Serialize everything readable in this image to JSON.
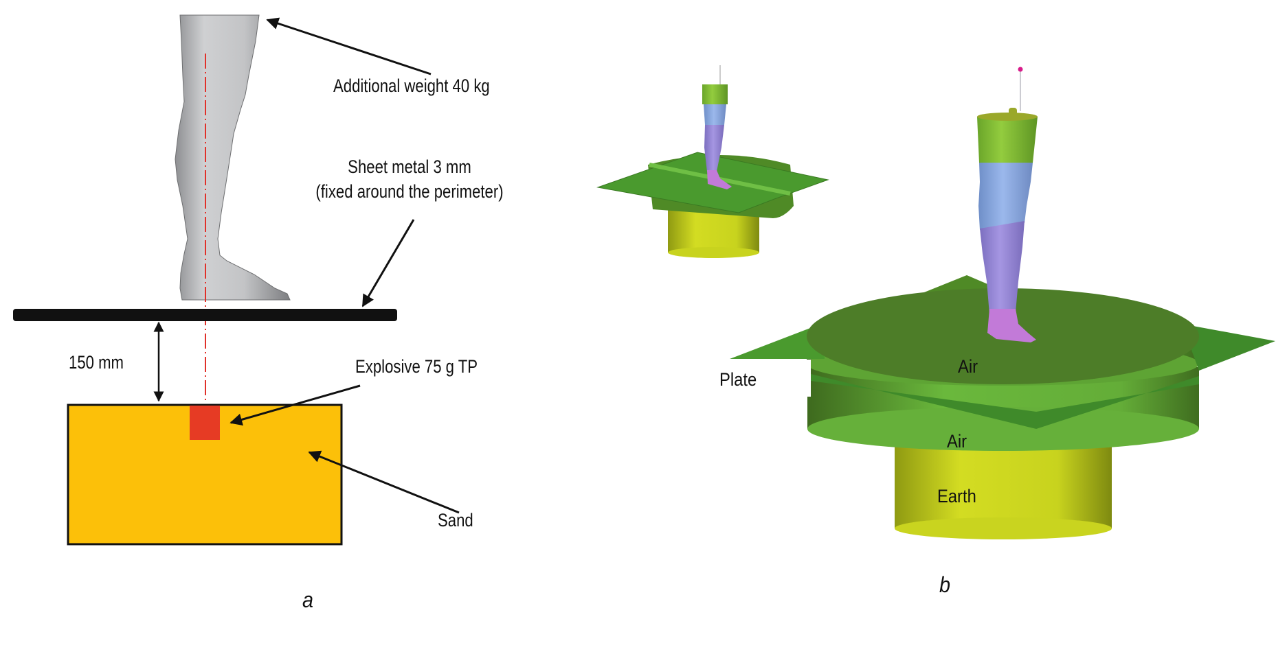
{
  "figure": {
    "panel_a": {
      "panel_label": "a",
      "labels": {
        "additional_weight": "Additional weight 40 kg",
        "sheet_metal_line1": "Sheet metal 3 mm",
        "sheet_metal_line2": "(fixed around the perimeter)",
        "standoff": "150 mm",
        "explosive": "Explosive 75 g TP",
        "sand": "Sand"
      },
      "colors": {
        "leg": "#c8c9cb",
        "sheet_metal": "#111111",
        "sand": "#fcc009",
        "explosive": "#e63b24",
        "axis_line": "#e0312a"
      }
    },
    "panel_b": {
      "panel_label": "b",
      "labels": {
        "plate": "Plate",
        "air_upper": "Air",
        "air_lower": "Air",
        "earth": "Earth"
      },
      "colors": {
        "air_top": "#4d7d28",
        "air_side": "#6ab83c",
        "plate": "#3f8a2a",
        "earth": "#d3dc22",
        "leg_cap": "#8cc63c",
        "leg_band": "#8fb0e6",
        "leg_lower": "#9d8fdc",
        "foot": "#c27ad8",
        "sensor": "#d81b8a"
      }
    }
  }
}
